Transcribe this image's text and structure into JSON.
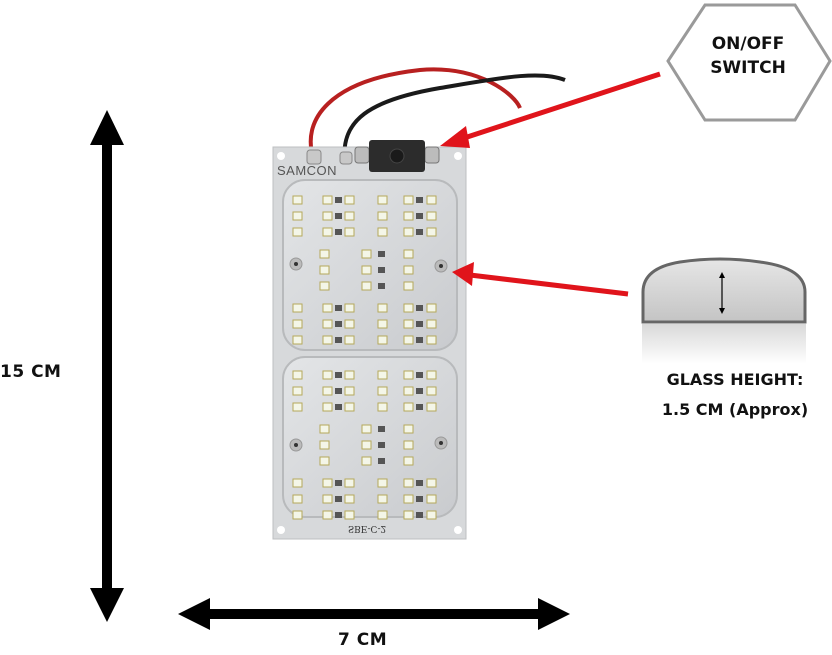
{
  "image": {
    "subject": "LED panel light board with on/off switch",
    "dimension_labels": {
      "height": "15 CM",
      "width": "7 CM"
    },
    "callouts": {
      "switch": {
        "line1": "ON/OFF",
        "line2": "SWITCH"
      },
      "glass": {
        "line1": "GLASS HEIGHT:",
        "line2": "1.5 CM (Approx)"
      }
    },
    "board": {
      "brand": "SAMCON",
      "code": "SBE-C-2",
      "led_sections": 2
    },
    "colors": {
      "arrow": "#e0141b",
      "dimension_arrow": "#000000",
      "board": "#d4d6d8",
      "wire_red": "#b82020",
      "wire_black": "#1a1a1a",
      "hex_border": "#999999"
    }
  }
}
